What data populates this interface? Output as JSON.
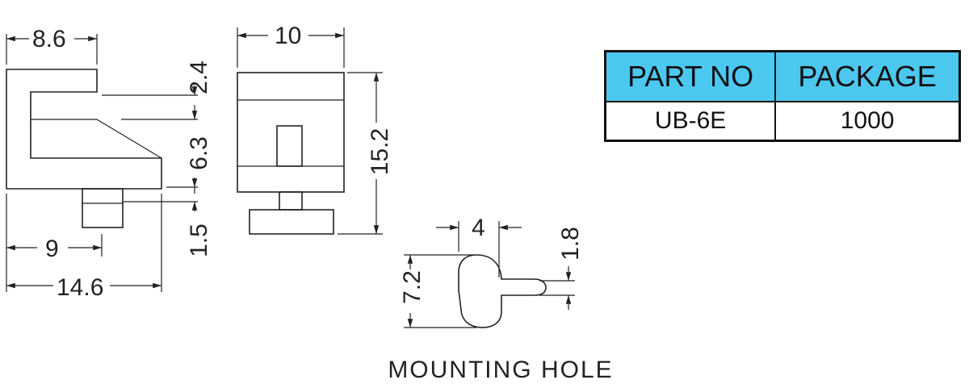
{
  "dims": {
    "top_width": "8.6",
    "top_offset": "2.4",
    "slot_height": "6.3",
    "peg_height": "1.5",
    "peg_offset": "9",
    "overall_width": "14.6",
    "front_width": "10",
    "front_height": "15.2",
    "hole_width": "4",
    "hole_slot": "1.8",
    "hole_height": "7.2"
  },
  "caption": "MOUNTING HOLE",
  "table": {
    "headers": [
      "PART NO",
      "PACKAGE"
    ],
    "row": [
      "UB-6E",
      "1000"
    ],
    "header_color": "#4cc8f0"
  }
}
